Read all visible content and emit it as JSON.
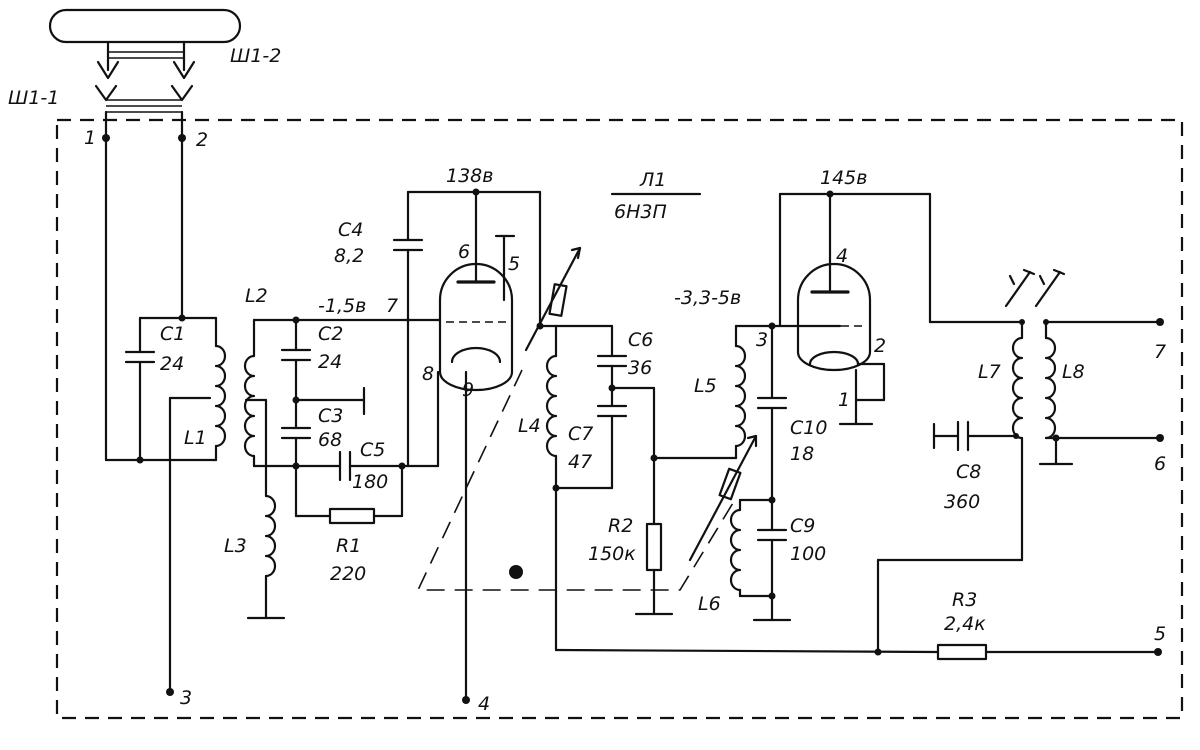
{
  "connectors": {
    "plug_1": "Ш1-1",
    "plug_2": "Ш1-2"
  },
  "terminals": [
    "1",
    "2",
    "3",
    "4",
    "5",
    "6",
    "7"
  ],
  "tube": {
    "name": "Л1",
    "type": "6Н3П"
  },
  "voltages": {
    "left_anode": "138в",
    "right_anode": "145в",
    "left_grid": "-1,5в",
    "right_grid": "-3,3-5в"
  },
  "tube_pins": {
    "left_anode": "6",
    "left_grid": "7",
    "left_cathode": "8",
    "left_heater": "9",
    "left_screen": "5",
    "right_anode": "4",
    "right_grid": "3",
    "right_cathode": "2",
    "right_heater": "1"
  },
  "components": {
    "C1": {
      "ref": "C1",
      "value": "24"
    },
    "C2": {
      "ref": "C2",
      "value": "24"
    },
    "C3": {
      "ref": "C3",
      "value": "68"
    },
    "C4": {
      "ref": "C4",
      "value": "8,2"
    },
    "C5": {
      "ref": "C5",
      "value": "180"
    },
    "C6": {
      "ref": "C6",
      "value": "36"
    },
    "C7": {
      "ref": "C7",
      "value": "47"
    },
    "C8": {
      "ref": "C8",
      "value": "360"
    },
    "C9": {
      "ref": "C9",
      "value": "100"
    },
    "C10": {
      "ref": "C10",
      "value": "18"
    },
    "R1": {
      "ref": "R1",
      "value": "220"
    },
    "R2": {
      "ref": "R2",
      "value": "150к"
    },
    "R3": {
      "ref": "R3",
      "value": "2,4к"
    },
    "L1": {
      "ref": "L1"
    },
    "L2": {
      "ref": "L2"
    },
    "L3": {
      "ref": "L3"
    },
    "L4": {
      "ref": "L4"
    },
    "L5": {
      "ref": "L5"
    },
    "L6": {
      "ref": "L6"
    },
    "L7": {
      "ref": "L7"
    },
    "L8": {
      "ref": "L8"
    }
  }
}
